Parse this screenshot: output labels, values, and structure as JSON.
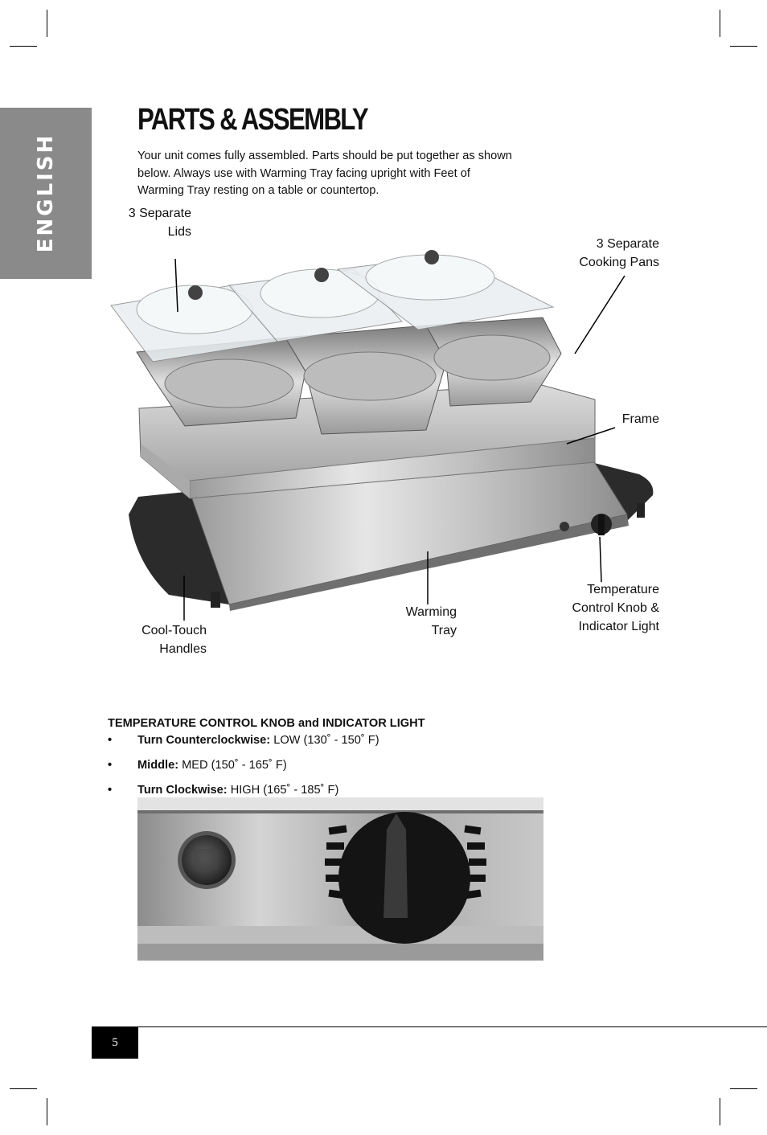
{
  "language_tab": "ENGLISH",
  "title": "PARTS & ASSEMBLY",
  "intro": "Your unit comes fully assembled. Parts should be put together as shown below. Always use with Warming Tray facing upright with Feet of Warming Tray resting on a table or countertop.",
  "labels": {
    "lids": [
      "3 Separate",
      "Lids"
    ],
    "pans": [
      "3 Separate",
      "Cooking Pans"
    ],
    "frame": [
      "Frame"
    ],
    "knob": [
      "Temperature",
      "Control Knob &",
      "Indicator Light"
    ],
    "tray": [
      "Warming",
      "Tray"
    ],
    "handles": [
      "Cool-Touch",
      "Handles"
    ]
  },
  "temperature": {
    "heading": "TEMPERATURE CONTROL KNOB and INDICATOR LIGHT",
    "items": [
      {
        "bullet": "•",
        "label": "Turn Counterclockwise:",
        "value": " LOW (130˚ - 150˚ F)"
      },
      {
        "bullet": "•",
        "label": "Middle:",
        "value": " MED (150˚ - 165˚ F)"
      },
      {
        "bullet": "•",
        "label": "Turn Clockwise:",
        "value": " HIGH (165˚ - 185˚ F)"
      }
    ]
  },
  "page_number": "5"
}
